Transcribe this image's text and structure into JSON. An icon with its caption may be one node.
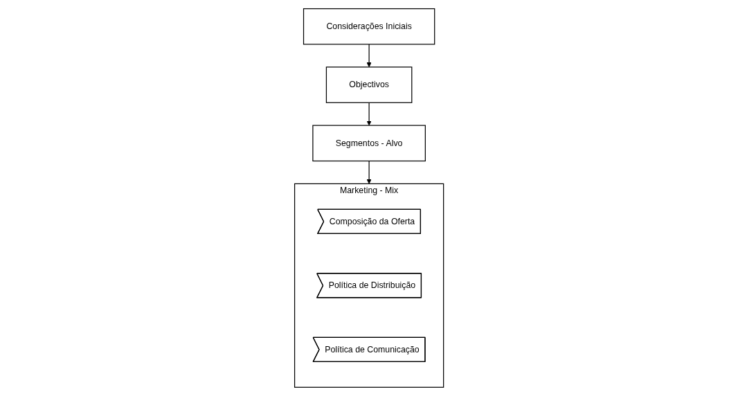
{
  "diagram": {
    "nodes": [
      {
        "text": [
          "Considerações Iniciais"
        ]
      },
      {
        "text": [
          "Objectivos"
        ]
      },
      {
        "text": [
          "Segmentos - Alvo"
        ]
      },
      {
        "text": [
          "Marketing - Mix"
        ]
      },
      {
        "text": [
          "Composição da Oferta"
        ],
        "in": 3
      },
      {
        "text": [
          "Política de Distribuição"
        ],
        "in": 3
      },
      {
        "text": [
          "Política de Comunicação"
        ],
        "in": 3
      }
    ],
    "edges": [
      {
        "from": 0,
        "to": 1,
        "arrow": "to"
      },
      {
        "from": 1,
        "to": 2,
        "arrow": "to"
      },
      {
        "from": 2,
        "to": 3,
        "arrow": "to"
      }
    ]
  }
}
